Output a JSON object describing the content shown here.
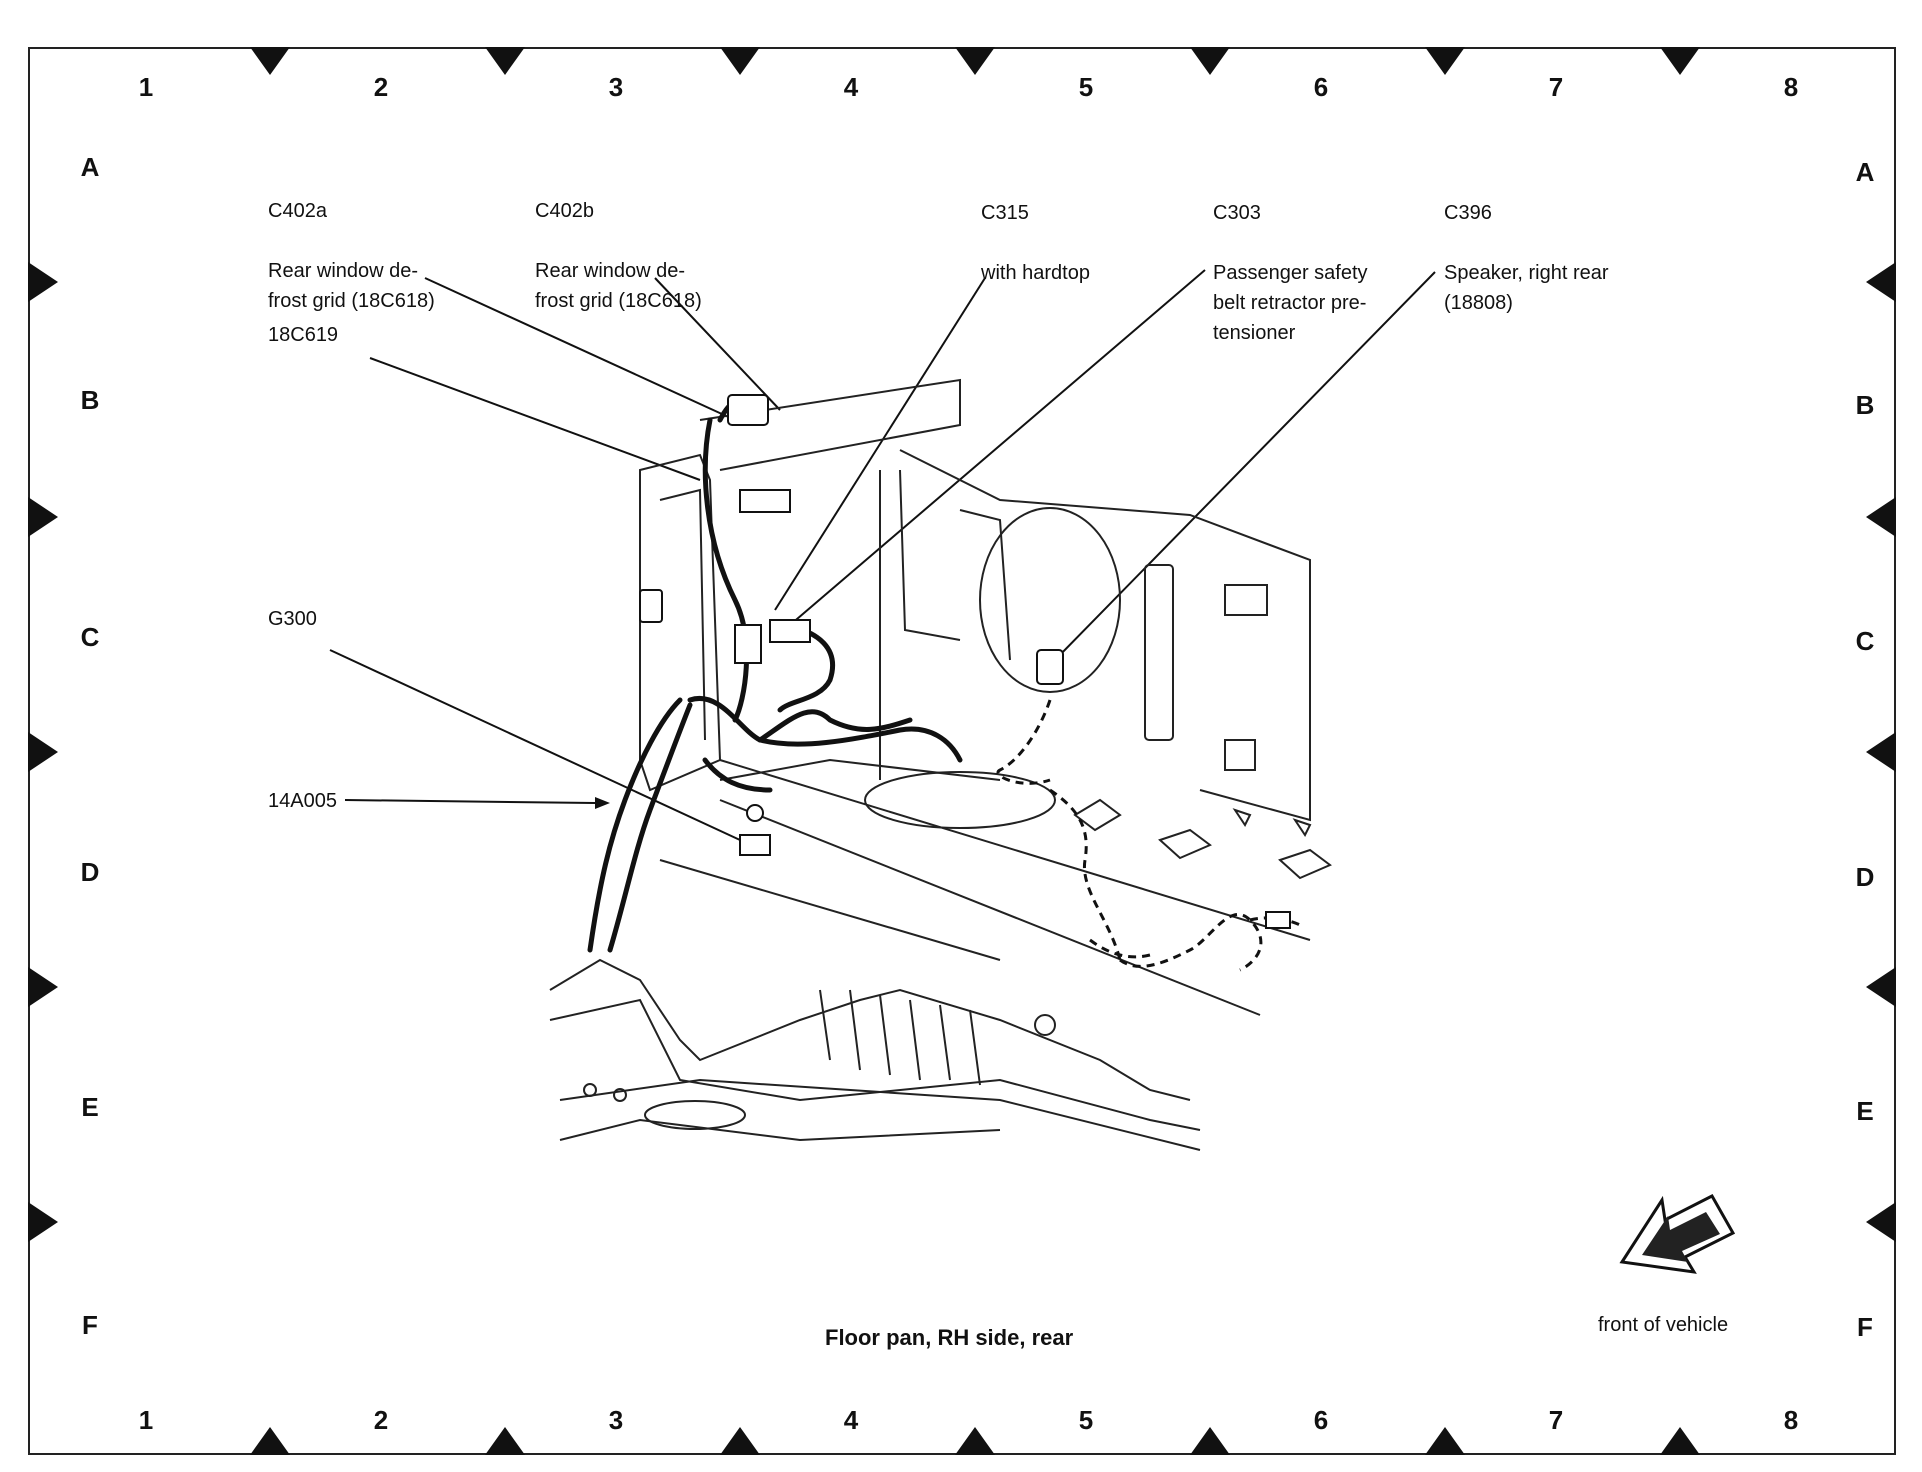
{
  "grid": {
    "columns": [
      "1",
      "2",
      "3",
      "4",
      "5",
      "6",
      "7",
      "8"
    ],
    "rows": [
      "A",
      "B",
      "C",
      "D",
      "E",
      "F"
    ]
  },
  "callouts": {
    "c402a": {
      "id": "C402a",
      "desc": "Rear window de-\nfrost grid (18C618)"
    },
    "c402b": {
      "id": "C402b",
      "desc": "Rear window de-\nfrost grid (18C618)"
    },
    "c315": {
      "id": "C315",
      "desc": "with hardtop"
    },
    "c303": {
      "id": "C303",
      "desc": "Passenger safety\nbelt retractor pre-\ntensioner"
    },
    "c396": {
      "id": "C396",
      "desc": "Speaker, right rear\n(18808)"
    },
    "p18c619": {
      "id": "18C619"
    },
    "g300": {
      "id": "G300"
    },
    "p14a005": {
      "id": "14A005"
    }
  },
  "caption": "Floor pan, RH side, rear",
  "direction_label": "front of vehicle"
}
